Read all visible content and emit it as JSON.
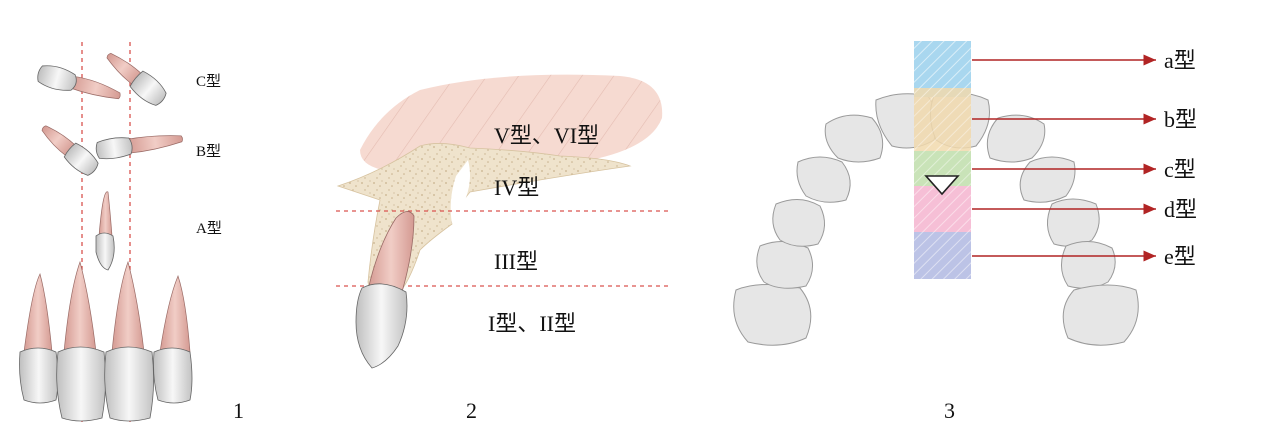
{
  "panel1": {
    "number": "1",
    "labels": {
      "c": "C型",
      "b": "B型",
      "a": "A型"
    }
  },
  "panel2": {
    "number": "2",
    "labels": {
      "v_vi": "V型、VI型",
      "iv": "IV型",
      "iii": "III型",
      "i_ii": "I型、II型"
    }
  },
  "panel3": {
    "number": "3",
    "labels": {
      "a": "a型",
      "b": "b型",
      "c": "c型",
      "d": "d型",
      "e": "e型"
    },
    "band_colors": [
      "#a9d7ef",
      "#f1d9ad",
      "#c9e3b8",
      "#f6bfd6",
      "#bcc3e6"
    ]
  },
  "colors": {
    "dash": "#d9534f",
    "arrow": "#b12424",
    "root": "#e8b8b0",
    "crown": "#e4e4e4",
    "bone": "#efe3cc",
    "tissue": "#f6d8cf"
  }
}
